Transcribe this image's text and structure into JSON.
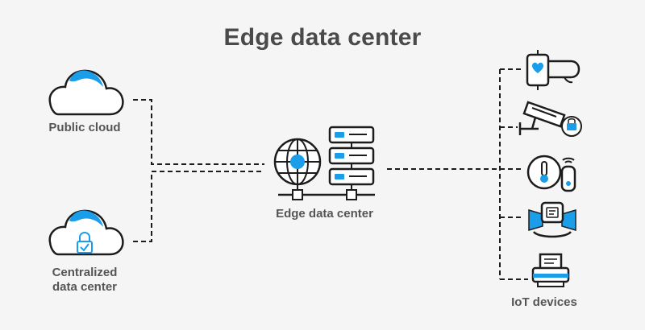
{
  "title": "Edge data center",
  "nodes": {
    "public_cloud": "Public cloud",
    "centralized_dc": "Centralized\ndata center",
    "edge_dc": "Edge data center",
    "iot_devices": "IoT devices"
  },
  "colors": {
    "accent": "#1a9ee9",
    "stroke": "#1c1c1c",
    "text": "#555555",
    "title": "#4a4a4a",
    "background": "#f5f5f5"
  },
  "icons": [
    "cloud-icon",
    "cloud-lock-icon",
    "globe-network-icon",
    "server-stack-icon",
    "smartwatch-icon",
    "security-camera-icon",
    "smart-thermostat-icon",
    "fitness-tracker-icon",
    "printer-icon"
  ]
}
